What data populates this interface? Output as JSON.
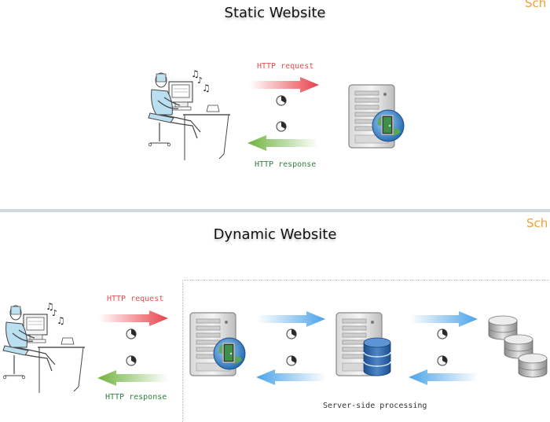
{
  "static": {
    "title": "Static Website",
    "brand": "Sch",
    "request_label": "HTTP request",
    "response_label": "HTTP response"
  },
  "dynamic": {
    "title": "Dynamic Website",
    "brand": "Sch",
    "request_label": "HTTP request",
    "response_label": "HTTP response",
    "server_box_label": "Server-side processing"
  },
  "colors": {
    "request": "#e8404a",
    "response": "#6fb33f",
    "internal": "#4aa3e8",
    "brand": "#f0a030",
    "request_text": "#e05050",
    "response_text": "#2f7f3f"
  },
  "icons": [
    "user-at-desk-icon",
    "web-server-icon",
    "database-server-icon",
    "database-icon",
    "timer-icon"
  ]
}
